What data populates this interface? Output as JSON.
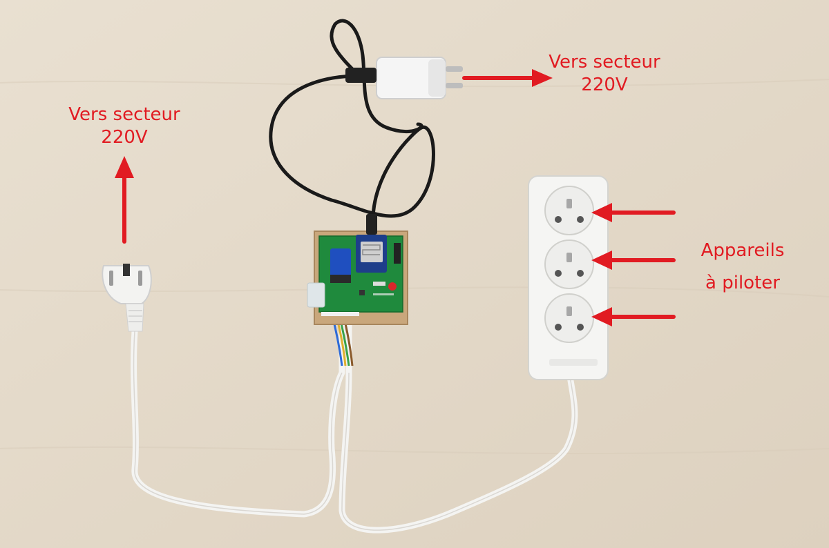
{
  "annotations": {
    "left_label_line1": "Vers secteur",
    "left_label_line2": "220V",
    "top_label_line1": "Vers secteur",
    "top_label_line2": "220V",
    "right_label_line1": "Appareils",
    "right_label_line2": "à piloter"
  },
  "colors": {
    "annotation": "#e11b22",
    "table": "#e6dccd",
    "pcb": "#1f8a3d",
    "cable_white": "#f4f4f2",
    "cable_black": "#1a1a1a",
    "enclosure_wood": "#c9a77c",
    "relay_blue": "#1f4fbf"
  }
}
